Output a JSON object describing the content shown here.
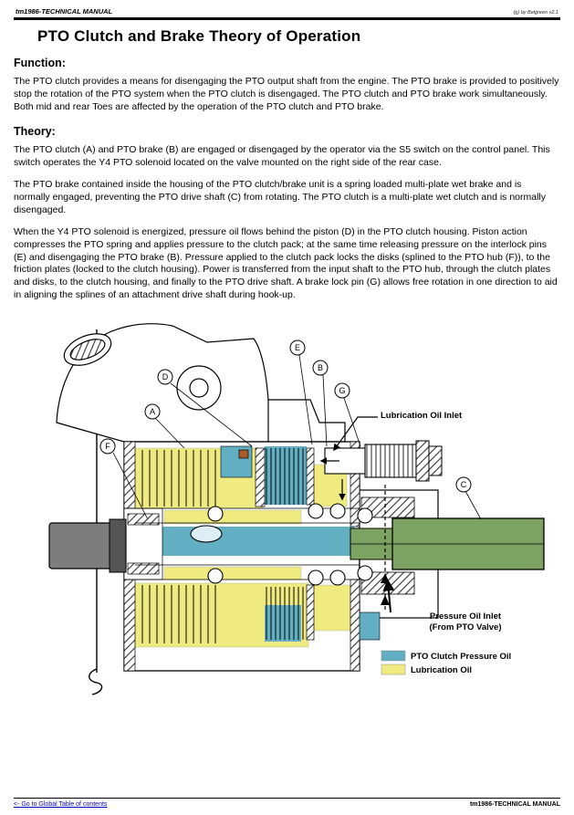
{
  "header": {
    "manual_title": "tm1986-TECHNICAL MANUAL",
    "credit": "(g) by Belgreen v2.1"
  },
  "page": {
    "title": "PTO Clutch and Brake Theory of Operation"
  },
  "sections": {
    "function": {
      "heading": "Function:",
      "body": "The PTO clutch provides a means for disengaging the PTO output shaft from the engine. The PTO brake is provided to positively stop the rotation of the PTO system when the PTO clutch is disengaged. The PTO clutch and PTO brake work simultaneously. Both mid and rear Toes are affected by the operation of the PTO clutch and PTO brake."
    },
    "theory": {
      "heading": "Theory:",
      "paragraphs": [
        "The PTO clutch (A) and PTO brake (B) are engaged or disengaged by the operator via the S5 switch on the control panel. This switch operates the Y4 PTO solenoid located on the valve mounted on the right side of the rear case.",
        "The PTO brake contained inside the housing of the PTO clutch/brake unit is a spring loaded multi-plate wet brake and is normally engaged, preventing the PTO drive shaft (C) from rotating. The PTO clutch is a multi-plate wet clutch and is normally disengaged.",
        "When the Y4 PTO solenoid is energized, pressure oil flows behind the piston (D) in the PTO clutch housing. Piston action compresses the PTO spring and applies pressure to the clutch pack; at the same time releasing pressure on the interlock pins (E) and disengaging the PTO brake (B). Pressure applied to the clutch pack locks the disks (splined to the PTO hub (F)), to the friction plates (locked to the clutch housing). Power is transferred from the input shaft to the PTO hub, through the clutch plates and disks, to the clutch housing, and finally to the PTO drive shaft. A brake lock pin (G) allows free rotation in one direction to aid in aligning the splines of an attachment drive shaft during hook-up."
      ]
    }
  },
  "diagram": {
    "callouts": [
      "A",
      "B",
      "C",
      "D",
      "E",
      "F",
      "G"
    ],
    "labels": {
      "lubrication_inlet": "Lubrication Oil Inlet",
      "pressure_inlet_line1": "Pressure Oil Inlet",
      "pressure_inlet_line2": "(From PTO Valve)"
    },
    "legend": [
      {
        "label": "PTO Clutch Pressure Oil",
        "color": "#62aec2"
      },
      {
        "label": "Lubrication Oil",
        "color": "#efeb80"
      }
    ],
    "colors": {
      "pressure_oil": "#62aec2",
      "lubrication_oil": "#efeb80",
      "drive_shaft_green": "#7ca361"
    }
  },
  "footer": {
    "link_text": "<- Go to Global Table of contents",
    "manual_title": "tm1986-TECHNICAL MANUAL"
  }
}
